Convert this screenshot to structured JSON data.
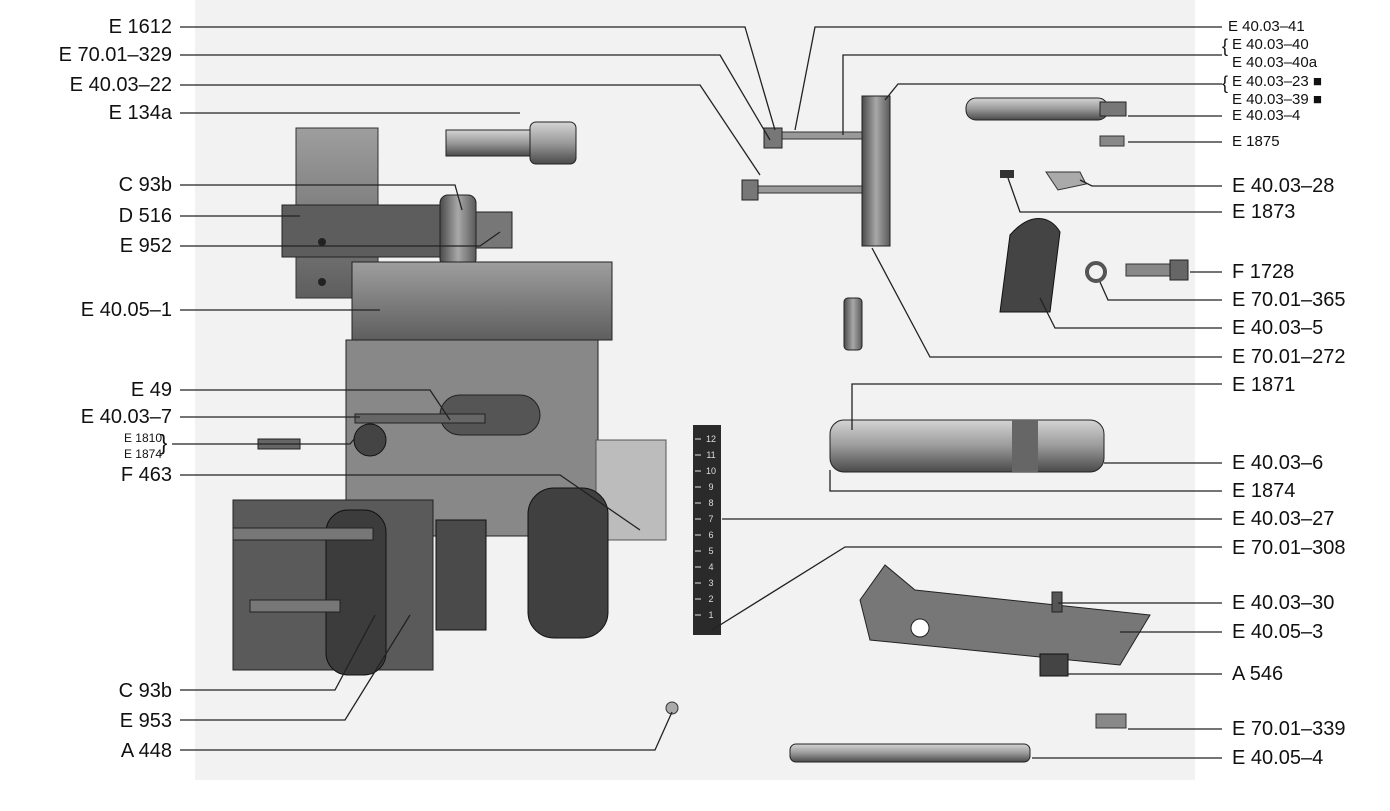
{
  "left_labels": [
    {
      "id": "e1612",
      "text": "E 1612"
    },
    {
      "id": "e70-329",
      "text": "E 70.01–329"
    },
    {
      "id": "e40-22",
      "text": "E 40.03–22"
    },
    {
      "id": "e134a",
      "text": "E 134a"
    },
    {
      "id": "c93b-top",
      "text": "C 93b"
    },
    {
      "id": "d516",
      "text": "D 516"
    },
    {
      "id": "e952",
      "text": "E 952"
    },
    {
      "id": "e40-05-1",
      "text": "E 40.05–1"
    },
    {
      "id": "e49",
      "text": "E 49"
    },
    {
      "id": "e40-03-7",
      "text": "E 40.03–7"
    },
    {
      "id": "e1810",
      "text": "E 1810"
    },
    {
      "id": "e1874-left",
      "text": "E 1874"
    },
    {
      "id": "f463",
      "text": "F 463"
    },
    {
      "id": "c93b-bottom",
      "text": "C 93b"
    },
    {
      "id": "e953",
      "text": "E 953"
    },
    {
      "id": "a448",
      "text": "A 448"
    }
  ],
  "right_labels": [
    {
      "id": "e40-41",
      "text": "E 40.03–41"
    },
    {
      "id": "e40-40",
      "text": "E 40.03–40"
    },
    {
      "id": "e40-40a",
      "text": "E 40.03–40a"
    },
    {
      "id": "e40-23",
      "text": "E 40.03–23 ■"
    },
    {
      "id": "e40-39",
      "text": "E 40.03–39 ■"
    },
    {
      "id": "e40-4",
      "text": "E 40.03–4"
    },
    {
      "id": "e1875",
      "text": "E 1875"
    },
    {
      "id": "e40-28",
      "text": "E 40.03–28"
    },
    {
      "id": "e1873",
      "text": "E 1873"
    },
    {
      "id": "f1728",
      "text": "F 1728"
    },
    {
      "id": "e70-365",
      "text": "E 70.01–365"
    },
    {
      "id": "e40-5",
      "text": "E 40.03–5"
    },
    {
      "id": "e70-272",
      "text": "E 70.01–272"
    },
    {
      "id": "e1871",
      "text": "E 1871"
    },
    {
      "id": "e40-6",
      "text": "E 40.03–6"
    },
    {
      "id": "e1874-right",
      "text": "E 1874"
    },
    {
      "id": "e40-27",
      "text": "E 40.03–27"
    },
    {
      "id": "e70-308",
      "text": "E 70.01–308"
    },
    {
      "id": "e40-30",
      "text": "E 40.03–30"
    },
    {
      "id": "e40-05-3",
      "text": "E 40.05–3"
    },
    {
      "id": "a546",
      "text": "A 546"
    },
    {
      "id": "e70-339",
      "text": "E 70.01–339"
    },
    {
      "id": "e40-05-4",
      "text": "E 40.05–4"
    }
  ],
  "scale_numbers": [
    "12",
    "11",
    "10",
    "9",
    "8",
    "7",
    "6",
    "5",
    "4",
    "3",
    "2",
    "1"
  ],
  "colors": {
    "metal_dark": "#3a3a3a",
    "metal_mid": "#8a8a8a",
    "metal_light": "#bdbdbd",
    "line": "#222222"
  }
}
